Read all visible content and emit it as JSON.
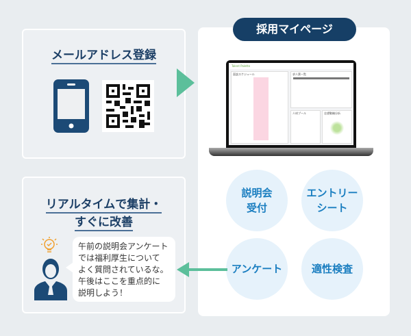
{
  "left_top": {
    "title": "メールアドレス登録",
    "phone_icon": "smartphone-icon",
    "qr_icon": "qr-code-icon"
  },
  "left_bottom": {
    "title_line1": "リアルタイムで集計・",
    "title_line2": "すぐに改善",
    "bubble": "午前の説明会アンケート\nでは福利厚生について\nよく質問されているな。\n午後はここを重点的に\n説明しよう！"
  },
  "right": {
    "badge": "採用マイページ",
    "laptop": {
      "brand": "Talent Palette",
      "panels": [
        "面談スケジュール",
        "求人票一覧",
        "人材プール",
        "志望動機分析"
      ]
    },
    "features": [
      {
        "label": "説明会\n受付"
      },
      {
        "label": "エントリー\nシート"
      },
      {
        "label": "アンケート"
      },
      {
        "label": "適性検査"
      }
    ]
  },
  "colors": {
    "navy": "#163f66",
    "teal": "#5cbf9b",
    "circle": "#e6f2fb",
    "circle_text": "#1a7ec0"
  }
}
